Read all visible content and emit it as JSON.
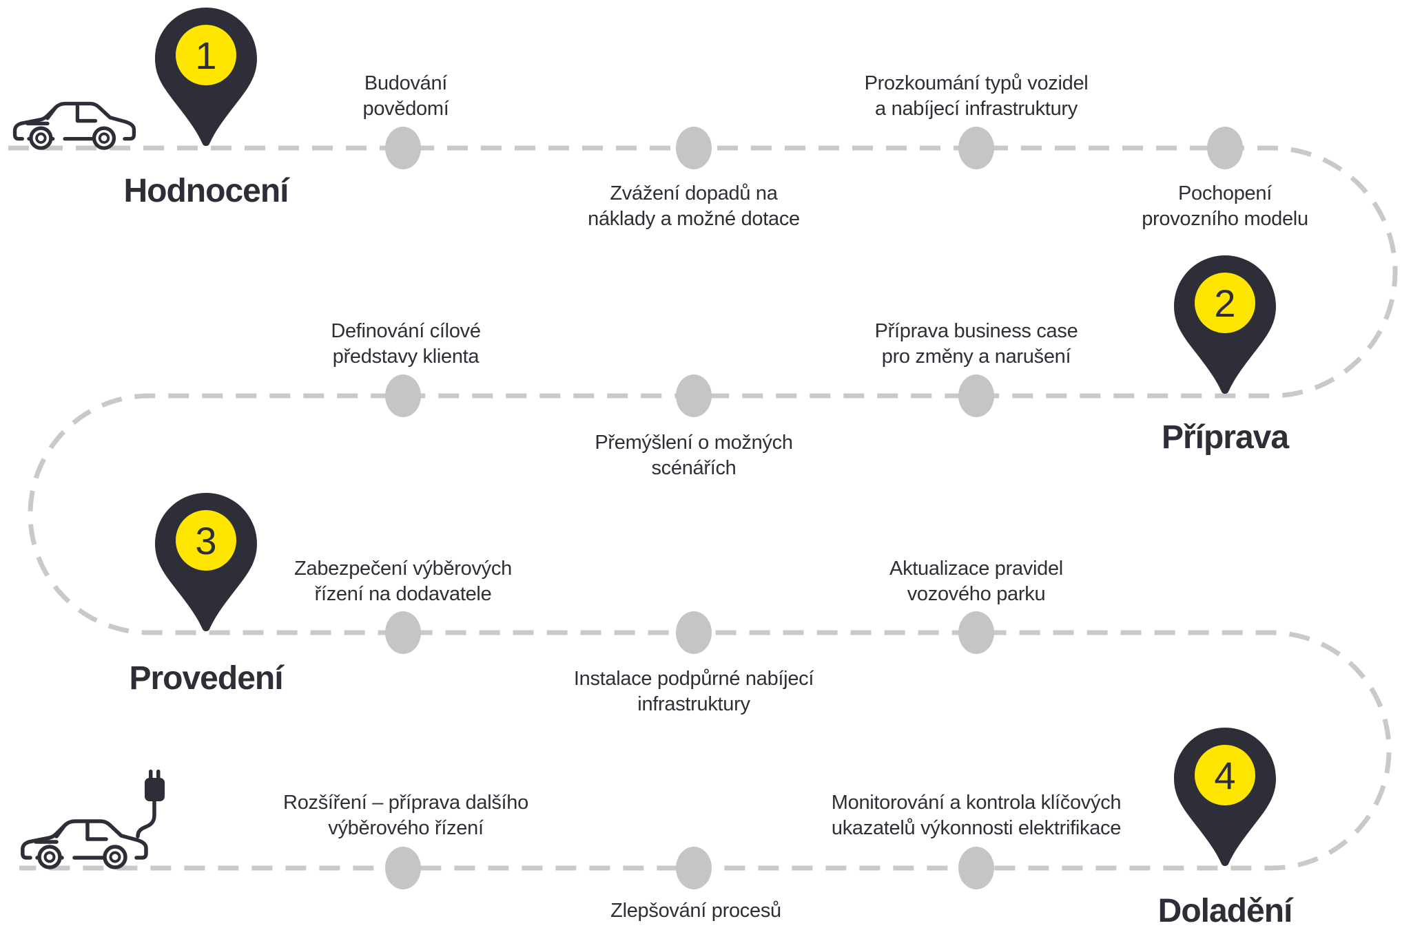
{
  "palette": {
    "dark": "#2e2e38",
    "yellow": "#ffe600",
    "line_gray": "#c9c9c9",
    "dot_gray": "#c5c5c5"
  },
  "icons": {
    "top_left": "car-side-icon",
    "bottom_left": "electric-car-plug-icon",
    "pin": "map-pin-icon"
  },
  "phases": [
    {
      "number": "1",
      "title": "Hodnocení"
    },
    {
      "number": "2",
      "title": "Příprava"
    },
    {
      "number": "3",
      "title": "Provedení"
    },
    {
      "number": "4",
      "title": "Doladění"
    }
  ],
  "milestones": [
    {
      "text": "Budování\npovědomí"
    },
    {
      "text": "Prozkoumání typů vozidel\na nabíjecí infrastruktury"
    },
    {
      "text": "Zvážení dopadů na\nnáklady a možné dotace"
    },
    {
      "text": "Pochopení\nprovozního modelu"
    },
    {
      "text": "Definování cílové\npředstavy klienta"
    },
    {
      "text": "Příprava business case\npro změny a narušení"
    },
    {
      "text": "Přemýšlení o možných\nscénářích"
    },
    {
      "text": "Zabezpečení výběrových\nřízení na dodavatele"
    },
    {
      "text": "Aktualizace pravidel\nvozového parku"
    },
    {
      "text": "Instalace podpůrné nabíjecí\ninfrastruktury"
    },
    {
      "text": "Rozšíření – příprava dalšího\nvýběrového řízení"
    },
    {
      "text": "Monitorování a kontrola klíčových\nukazatelů výkonnosti elektrifikace"
    },
    {
      "text": "Zlepšování procesů"
    }
  ]
}
